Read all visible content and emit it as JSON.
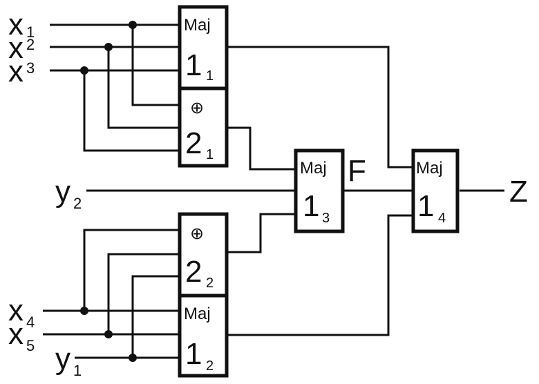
{
  "inputs": {
    "x1": {
      "base": "x",
      "sub": "1"
    },
    "x2": {
      "base": "x",
      "sub": "2"
    },
    "x3": {
      "base": "x",
      "sub": "3"
    },
    "x4": {
      "base": "x",
      "sub": "4"
    },
    "x5": {
      "base": "x",
      "sub": "5"
    },
    "y1": {
      "base": "y",
      "sub": "1"
    },
    "y2": {
      "base": "y",
      "sub": "2"
    }
  },
  "outputs": {
    "F": "F",
    "Z": "Z"
  },
  "gates": {
    "g1_1": {
      "type": "Maj",
      "num": "1",
      "sub": "1"
    },
    "g2_1": {
      "type": "⊕",
      "num": "2",
      "sub": "1"
    },
    "g1_3": {
      "type": "Maj",
      "num": "1",
      "sub": "3"
    },
    "g2_2": {
      "type": "⊕",
      "num": "2",
      "sub": "2"
    },
    "g1_2": {
      "type": "Maj",
      "num": "1",
      "sub": "2"
    },
    "g1_4": {
      "type": "Maj",
      "num": "1",
      "sub": "4"
    }
  }
}
